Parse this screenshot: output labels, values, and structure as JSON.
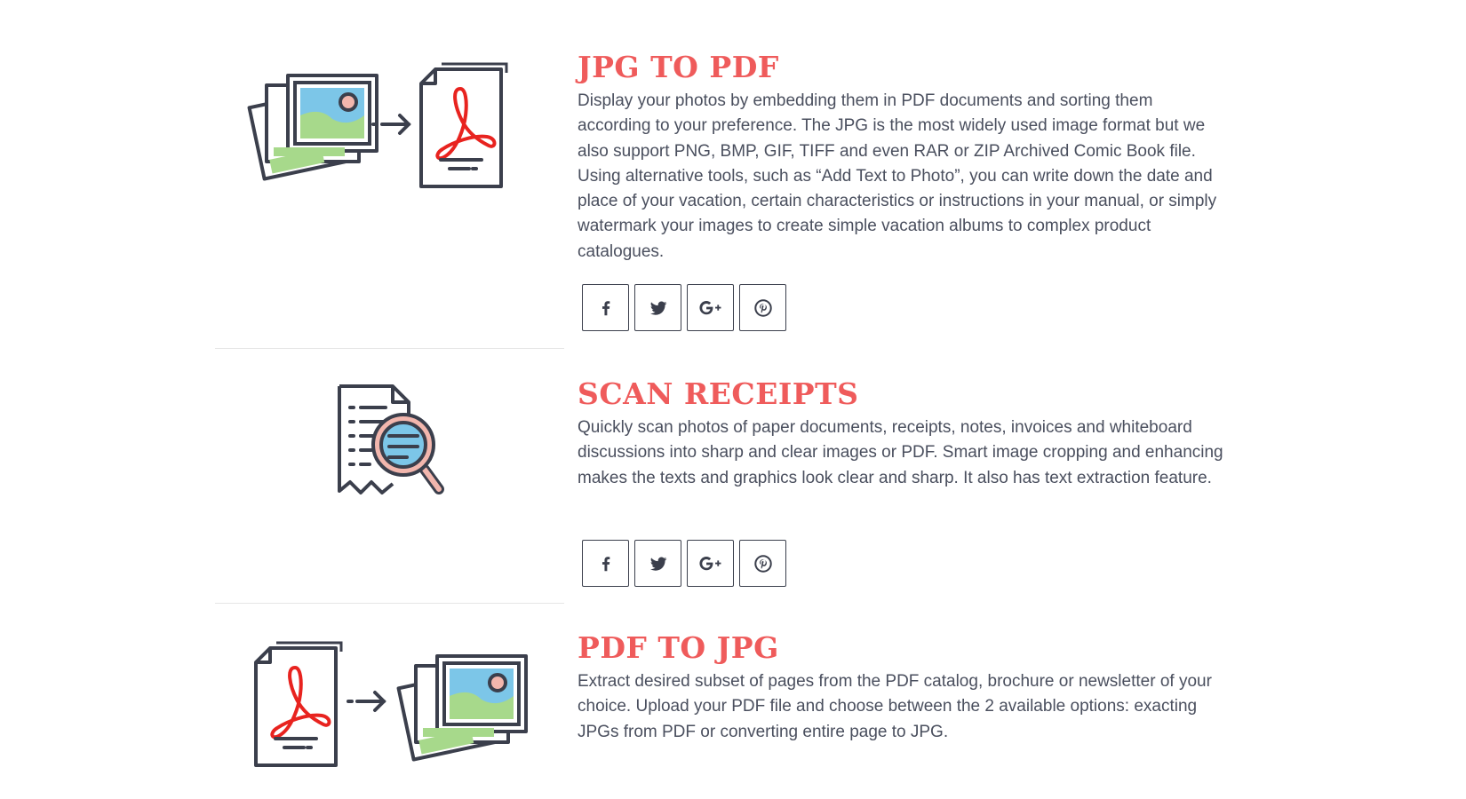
{
  "sections": [
    {
      "title": "JPG TO PDF",
      "description": "Display your photos by embedding them in PDF documents and sorting them according to your preference. The JPG is the most widely used image format but we also support PNG, BMP, GIF, TIFF and even RAR or ZIP Archived Comic Book file. Using alternative tools, such as “Add Text to Photo”, you can write down the date and place of your vacation, certain characteristics or instructions in your manual, or simply watermark your images to create simple vacation albums to complex product catalogues.",
      "icon": "jpg-to-pdf-illustration"
    },
    {
      "title": "SCAN RECEIPTS",
      "description": "Quickly scan photos of paper documents, receipts, notes, invoices and whiteboard discussions into sharp and clear images or PDF. Smart image cropping and enhancing makes the texts and graphics look clear and sharp. It also has text extraction feature.",
      "icon": "scan-receipt-illustration"
    },
    {
      "title": "PDF TO JPG",
      "description": "Extract desired subset of pages from the PDF catalog, brochure or newsletter of your choice. Upload your PDF file and choose between the 2 available options: exacting JPGs from PDF or converting entire page to JPG.",
      "icon": "pdf-to-jpg-illustration"
    }
  ],
  "share_buttons": [
    "facebook-icon",
    "twitter-icon",
    "google-plus-icon",
    "pinterest-icon"
  ],
  "colors": {
    "title": "#ef5b5b",
    "text": "#4a4f5e",
    "stroke": "#3b3f4c",
    "pdf_red": "#e8231f",
    "photo_blue": "#7cc6e8",
    "photo_green": "#a7d98b",
    "sun_pink": "#f2b6ad"
  }
}
